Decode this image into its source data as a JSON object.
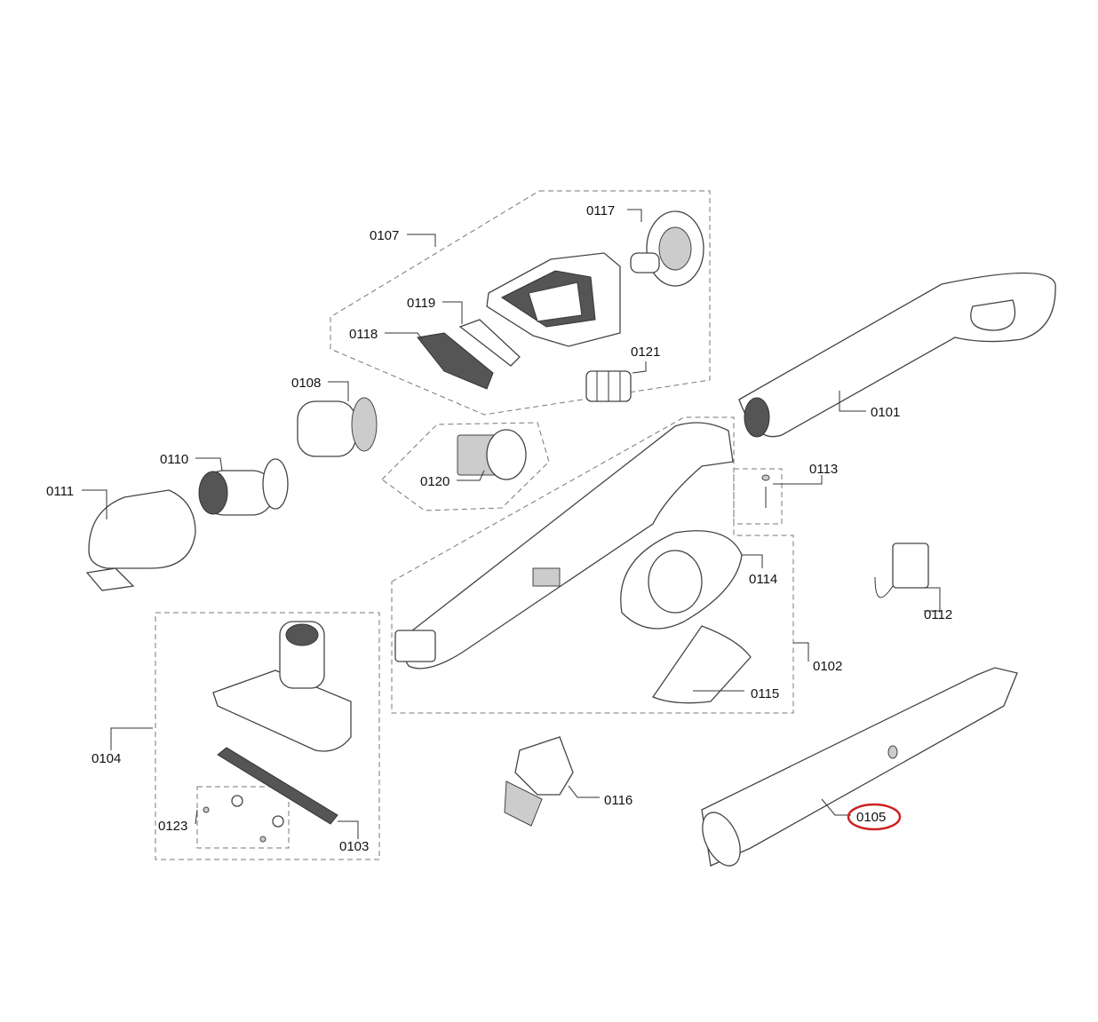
{
  "diagram": {
    "labels": {
      "p0101": "0101",
      "p0102": "0102",
      "p0103": "0103",
      "p0104": "0104",
      "p0105": "0105",
      "p0107": "0107",
      "p0108": "0108",
      "p0110": "0110",
      "p0111": "0111",
      "p0112": "0112",
      "p0113": "0113",
      "p0114": "0114",
      "p0115": "0115",
      "p0116": "0116",
      "p0117": "0117",
      "p0118": "0118",
      "p0119": "0119",
      "p0120": "0120",
      "p0121": "0121",
      "p0123": "0123"
    },
    "highlighted_part": "0105",
    "highlight_color": "#cc2222"
  }
}
